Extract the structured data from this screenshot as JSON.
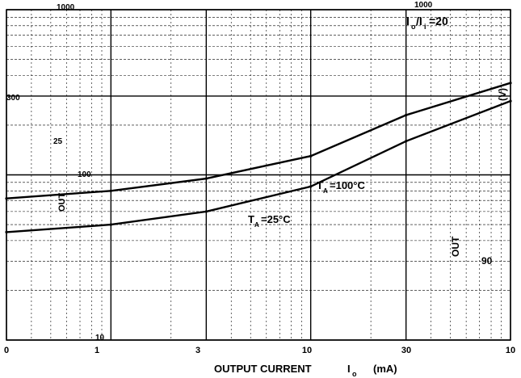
{
  "chart_data": {
    "type": "line",
    "title": "",
    "xlabel": "OUTPUT CURRENT",
    "x_symbol": "I",
    "x_subscript": "o",
    "x_unit": "(mA)",
    "ylabel": "",
    "x_scale": "log",
    "y_scale": "log",
    "xlim": [
      0.3,
      100
    ],
    "ylim": [
      10,
      1000
    ],
    "x_tick_labels": [
      "0",
      "1",
      "3",
      "10",
      "30",
      "10"
    ],
    "x_tick_values": [
      0.3,
      1,
      3,
      10,
      30,
      100
    ],
    "y_tick_labels": [
      "1000",
      "300",
      "100",
      "10"
    ],
    "y_tick_values": [
      1000,
      300,
      100,
      10
    ],
    "right_tick_label": "1000",
    "condition_label": "I",
    "condition_sub": "o",
    "condition_mid": "/I",
    "condition_sub2": "i",
    "condition_value": "=20",
    "right_axis_fragment": "(V)",
    "right_axis_fragment_2": "OUT",
    "right_axis_fragment_3": "90",
    "left_fragment_1": "25",
    "left_fragment_2": "OUT",
    "grid": true,
    "legend": "none",
    "series": [
      {
        "name": "Tₐ=100°C",
        "label_main": "T",
        "label_sub": "A",
        "label_value": "=100°C",
        "x": [
          0.3,
          1,
          3,
          10,
          30,
          100
        ],
        "y": [
          72,
          80,
          95,
          130,
          230,
          360
        ]
      },
      {
        "name": "Tₐ=25°C",
        "label_main": "T",
        "label_sub": "A",
        "label_value": "=25°C",
        "x": [
          0.3,
          1,
          3,
          10,
          30,
          100
        ],
        "y": [
          45,
          50,
          60,
          85,
          160,
          280
        ]
      }
    ]
  }
}
